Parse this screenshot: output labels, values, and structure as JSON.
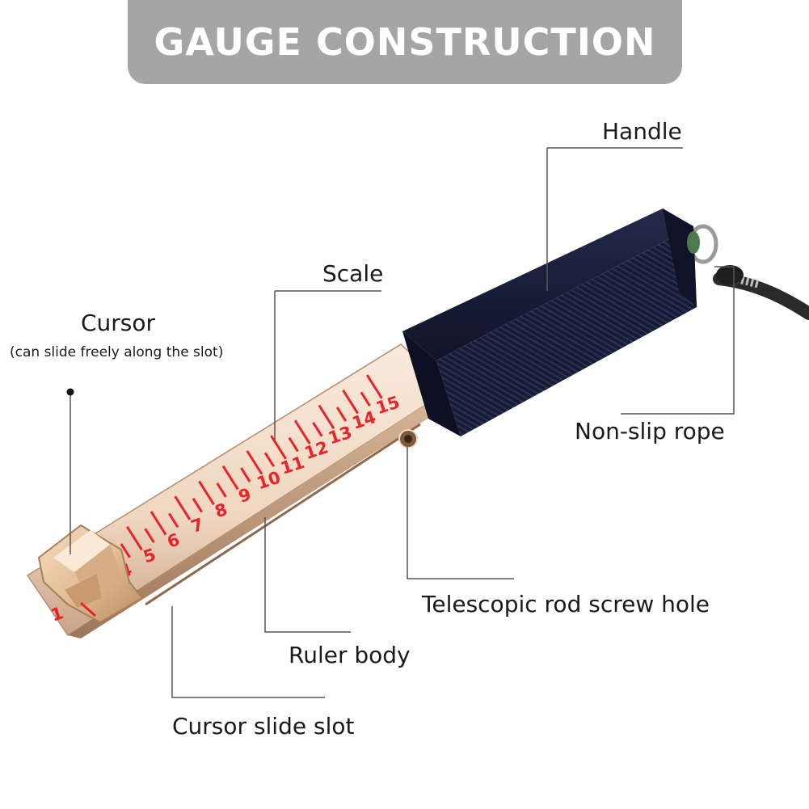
{
  "title": "GAUGE CONSTRUCTION",
  "colors": {
    "banner": "#a5a5a5",
    "title_text": "#ffffff",
    "scale_marks": "#e8232a",
    "ruler_body": "#f1dcc8",
    "handle": "#141a33"
  },
  "scale_numbers": [
    "1",
    "4",
    "5",
    "6",
    "7",
    "8",
    "9",
    "10",
    "11",
    "12",
    "13",
    "14",
    "15"
  ],
  "labels": {
    "handle": "Handle",
    "scale": "Scale",
    "cursor": "Cursor",
    "cursor_note": "(can slide freely along the slot)",
    "non_slip_rope": "Non-slip rope",
    "screw_hole": "Telescopic rod screw hole",
    "ruler_body": "Ruler body",
    "slide_slot": "Cursor slide slot"
  }
}
